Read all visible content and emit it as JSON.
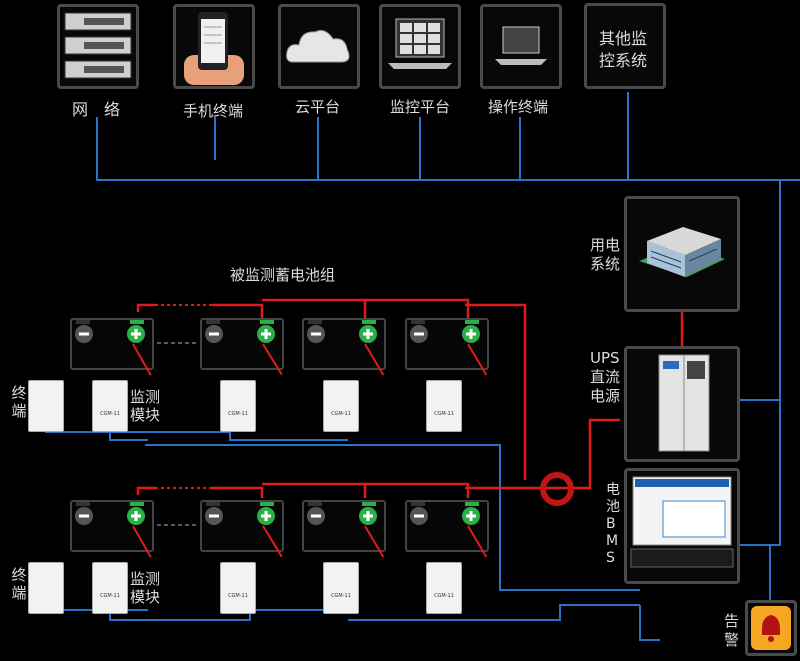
{
  "top_devices": {
    "network": "网　络",
    "mobile": "手机终端",
    "cloud": "云平台",
    "monitor": "监控平台",
    "operator": "操作终端",
    "other": "其他监控系统"
  },
  "battery_group_title": "被监测蓄电池组",
  "power_system": "用电系统",
  "ups": "UPS直流电源",
  "bms": "电池BMS",
  "alarm": "告警",
  "terminal": "终端",
  "monitor_module": "监测模块",
  "module_model": "CGM-11",
  "colors": {
    "bus": "#2a72c7",
    "power": "#e01b1b",
    "box_border": "#4a4a4a"
  }
}
